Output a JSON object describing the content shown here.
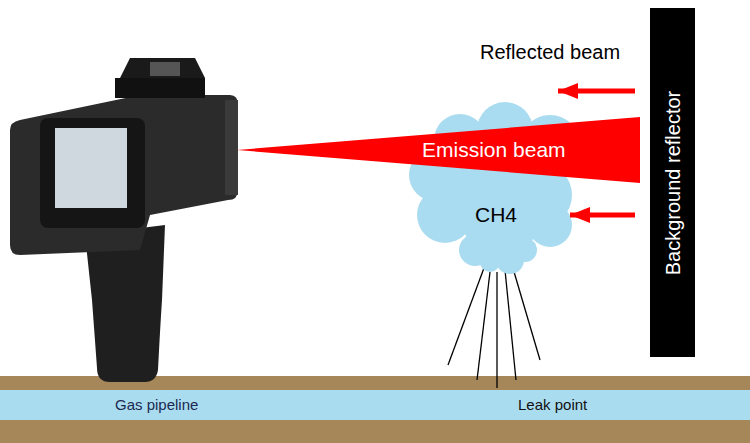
{
  "diagram": {
    "nodes": [
      {
        "text": [
          "Emission beam"
        ]
      },
      {
        "text": [
          "CH4"
        ]
      },
      {
        "text": [
          "Background reflector"
        ]
      },
      {
        "text": [
          "Gas pipeline",
          "Leak point"
        ]
      }
    ],
    "edges": [
      {
        "from": 2,
        "to": 1,
        "arrow": "to"
      }
    ],
    "labels": [
      "Reflected beam"
    ]
  }
}
